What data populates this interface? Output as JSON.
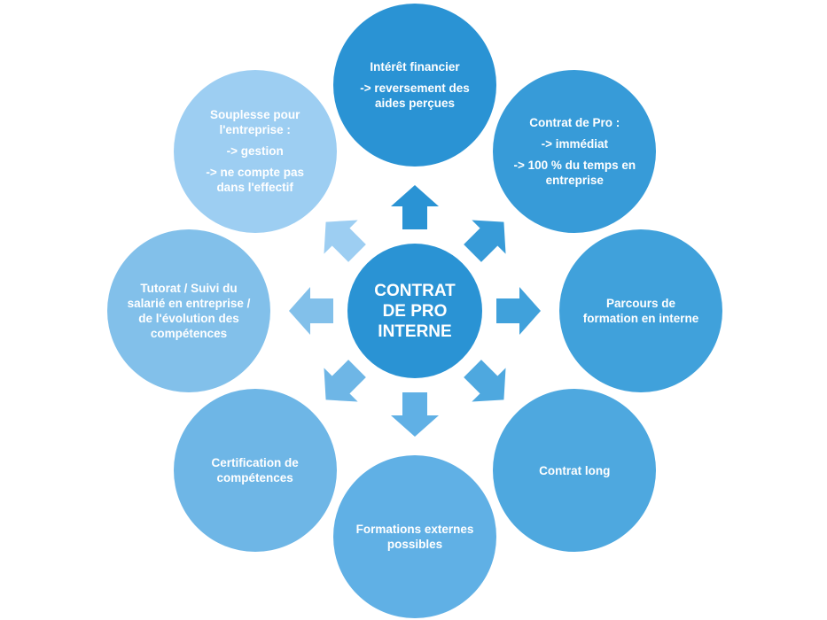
{
  "center": {
    "lines": [
      "CONTRAT",
      "DE PRO",
      "INTERNE"
    ],
    "color": "#2a93d4"
  },
  "nodes": [
    {
      "id": "interet-financier",
      "color": "#2a93d4",
      "paragraphs": [
        "Intérêt financier",
        "-> reversement des aides perçues"
      ]
    },
    {
      "id": "contrat-de-pro",
      "color": "#379bd8",
      "paragraphs": [
        "Contrat de Pro :",
        "-> immédiat",
        "-> 100 % du temps en entreprise"
      ]
    },
    {
      "id": "parcours-formation",
      "color": "#40a1db",
      "paragraphs": [
        "Parcours de formation en interne"
      ]
    },
    {
      "id": "contrat-long",
      "color": "#4ea8df",
      "paragraphs": [
        "Contrat long"
      ]
    },
    {
      "id": "formations-externes",
      "color": "#60b0e5",
      "paragraphs": [
        "Formations externes possibles"
      ]
    },
    {
      "id": "certification",
      "color": "#6eb6e6",
      "paragraphs": [
        "Certification de compétences"
      ]
    },
    {
      "id": "tutorat",
      "color": "#82c0ea",
      "paragraphs": [
        "Tutorat / Suivi du salarié en entreprise / de l'évolution des compétences"
      ]
    },
    {
      "id": "souplesse",
      "color": "#9dcef2",
      "paragraphs": [
        "Souplesse pour l'entreprise :",
        "-> gestion",
        "-> ne compte pas dans l'effectif"
      ]
    }
  ],
  "arrows": [
    {
      "direction": "up",
      "color": "#2a93d4"
    },
    {
      "direction": "up-right",
      "color": "#379bd8"
    },
    {
      "direction": "right",
      "color": "#40a1db"
    },
    {
      "direction": "down-right",
      "color": "#4ea8df"
    },
    {
      "direction": "down",
      "color": "#60b0e5"
    },
    {
      "direction": "down-left",
      "color": "#6eb6e6"
    },
    {
      "direction": "left",
      "color": "#82c0ea"
    },
    {
      "direction": "up-left",
      "color": "#9dcef2"
    }
  ]
}
